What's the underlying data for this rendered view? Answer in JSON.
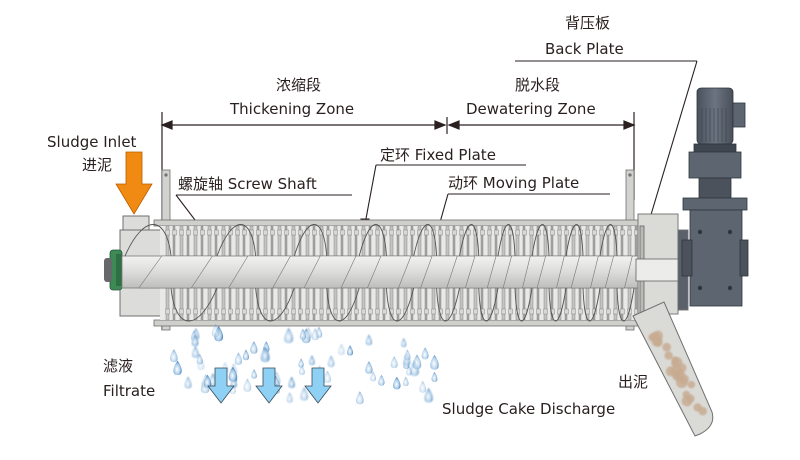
{
  "diagram": {
    "title": "Screw Press Sludge Dewatering Machine",
    "zones": [
      {
        "zh": "浓缩段",
        "en": "Thickening Zone"
      },
      {
        "zh": "脱水段",
        "en": "Dewatering Zone"
      }
    ],
    "labels": {
      "back_plate": {
        "zh": "背压板",
        "en": "Back Plate"
      },
      "sludge_inlet": {
        "en": "Sludge Inlet",
        "zh": "进泥"
      },
      "screw_shaft": {
        "zh": "螺旋轴",
        "en": "Screw Shaft",
        "full": "螺旋轴 Screw Shaft"
      },
      "fixed_plate": {
        "zh": "定环",
        "en": "Fixed Plate",
        "full": "定环 Fixed Plate"
      },
      "moving_plate": {
        "zh": "动环",
        "en": "Moving Plate",
        "full": "动环 Moving Plate"
      },
      "filtrate": {
        "zh": "滤液",
        "en": "Filtrate"
      },
      "cake_discharge": {
        "zh": "出泥",
        "en": "Sludge Cake Discharge"
      }
    },
    "colors": {
      "inlet_arrow": "#f08a12",
      "filtrate_arrow": "#8fd0f5",
      "droplet": "#2f78b8",
      "machine_body": "#d9d9d6",
      "machine_outline": "#6f6f6f",
      "motor": "#5d6570",
      "motor_dark": "#3f4650",
      "flange_green": "#3d8a55",
      "sludge_cake": "#c8ab92",
      "label_text": "#2a2020"
    },
    "icons": {
      "inlet": "orange-down-arrow-icon",
      "filtrate": "blue-down-arrow-icon",
      "droplet": "water-droplet-icon"
    }
  }
}
